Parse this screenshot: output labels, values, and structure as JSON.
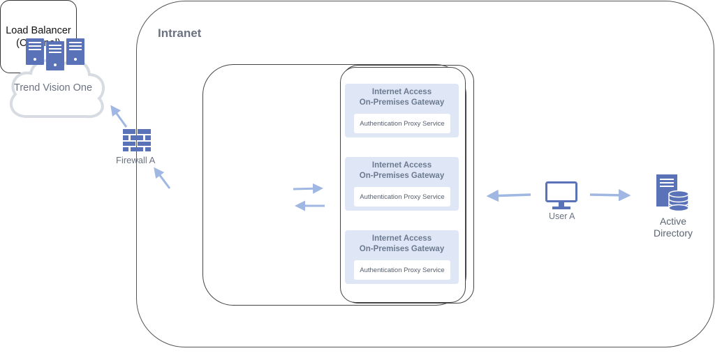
{
  "intranet": {
    "label": "Intranet"
  },
  "cloud": {
    "label": "Trend Vision One"
  },
  "firewall": {
    "label": "Firewall A"
  },
  "load_balancer": {
    "line1": "Load Balancer",
    "line2": "(Optional)"
  },
  "gateways": [
    {
      "title_line1": "Internet Access",
      "title_line2": "On-Premises Gateway",
      "service": "Authentication Proxy Service"
    },
    {
      "title_line1": "Internet Access",
      "title_line2": "On-Premises Gateway",
      "service": "Authentication Proxy Service"
    },
    {
      "title_line1": "Internet Access",
      "title_line2": "On-Premises Gateway",
      "service": "Authentication Proxy Service"
    }
  ],
  "user": {
    "label": "User A"
  },
  "directory": {
    "line1": "Active",
    "line2": "Directory"
  },
  "colors": {
    "icon": "#5a73b8",
    "arrow": "#9fb7e2",
    "gateway_bg": "#dfe7f6"
  }
}
